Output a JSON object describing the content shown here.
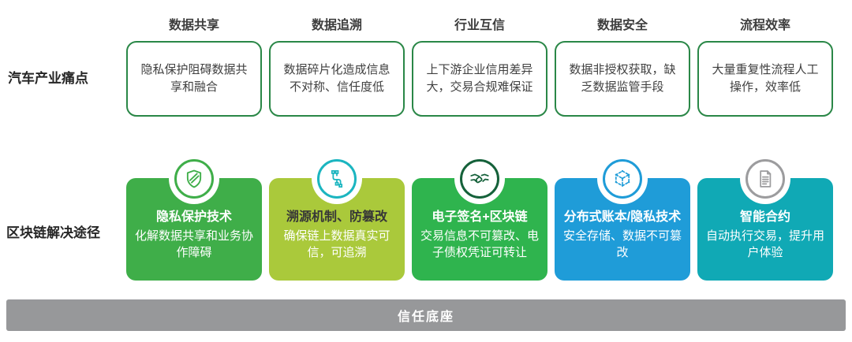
{
  "row_labels": {
    "pain": "汽车产业痛点",
    "solution": "区块链解决途径"
  },
  "footer": {
    "label": "信任底座",
    "bg": "#97989A"
  },
  "styles": {
    "pain_box_border": "#2A8747",
    "header_text": "#3d3d3d"
  },
  "columns": [
    {
      "header": "数据共享",
      "pain": "隐私保护阻碍数据共享和融合",
      "solution": {
        "title": "隐私保护技术",
        "body": "化解数据共享和业务协作障碍",
        "bg": "#3FAE49",
        "title_color": "#ffffff",
        "body_color": "#ffffff",
        "icon": "shield-icon",
        "icon_color": "#3FAE49"
      }
    },
    {
      "header": "数据追溯",
      "pain": "数据碎片化造成信息不对称、信任度低",
      "solution": {
        "title": "溯源机制、防篡改",
        "body": "确保链上数据真实可信，可追溯",
        "bg": "#AAC93B",
        "title_color": "#373737",
        "body_color": "#ffffff",
        "icon": "trace-circuit-icon",
        "icon_color": "#1BB5C0"
      }
    },
    {
      "header": "行业互信",
      "pain": "上下游企业信用差异大，交易合规难保证",
      "solution": {
        "title": "电子签名+区块链",
        "body": "交易信息不可篡改、电子债权凭证可转让",
        "bg": "#2FB44E",
        "title_color": "#ffffff",
        "body_color": "#ffffff",
        "icon": "handshake-icon",
        "icon_color": "#15613A"
      }
    },
    {
      "header": "数据安全",
      "pain": "数据非授权获取，缺乏数据监管手段",
      "solution": {
        "title": "分布式账本/隐私技术",
        "body": "安全存储、数据不可篡改",
        "bg": "#1F9CD8",
        "title_color": "#ffffff",
        "body_color": "#ffffff",
        "icon": "cube-wireframe-icon",
        "icon_color": "#1F9CD8"
      }
    },
    {
      "header": "流程效率",
      "pain": "大量重复性流程人工操作，效率低",
      "solution": {
        "title": "智能合约",
        "body": "自动执行交易，提升用户体验",
        "bg": "#10A9B5",
        "title_color": "#ffffff",
        "body_color": "#ffffff",
        "icon": "document-icon",
        "icon_color": "#9C9C9E"
      }
    }
  ]
}
